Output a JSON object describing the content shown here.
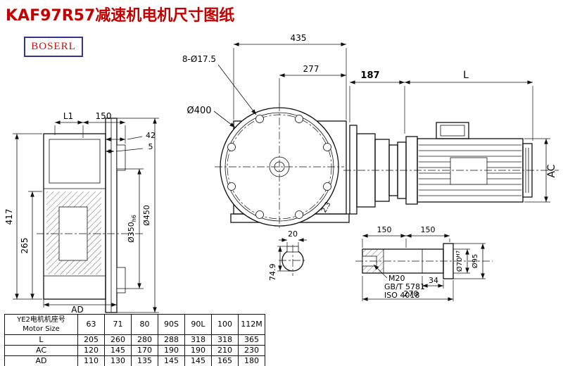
{
  "page": {
    "title": "KAF97R57减速机电机尺寸图纸",
    "logo": "BOSERL"
  },
  "labels": {
    "d435": "435",
    "d8holes": "8-Ø17.5",
    "d277": "277",
    "d400": "Ø400",
    "d187": "187",
    "dL": "L",
    "dAC": "AC",
    "dL1": "L1",
    "d150": "150",
    "d42": "42",
    "d5": "5",
    "d417": "417",
    "d265": "265",
    "d350": "Ø350",
    "d350tol": "h6",
    "d450": "Ø450",
    "dAD": "AD",
    "d20": "20",
    "d749": "74.9",
    "d23": "2.3",
    "d150b": "150",
    "d150c": "150",
    "dM20": "M20",
    "dGBT": "GB/T 5781",
    "dISO": "ISO 4018",
    "d34": "34",
    "d270": "270",
    "d70": "Ø70",
    "d70tol": "H7",
    "d95": "Ø95"
  },
  "table": {
    "header_cn": "YE2电机机座号",
    "header_en": "Motor Size",
    "columns": [
      "63",
      "71",
      "80",
      "90S",
      "90L",
      "100",
      "112M"
    ],
    "rows": [
      {
        "label": "L",
        "values": [
          "205",
          "260",
          "280",
          "288",
          "318",
          "318",
          "365"
        ]
      },
      {
        "label": "AC",
        "values": [
          "120",
          "145",
          "170",
          "190",
          "190",
          "210",
          "230"
        ]
      },
      {
        "label": "AD",
        "values": [
          "110",
          "130",
          "135",
          "145",
          "145",
          "165",
          "180"
        ]
      }
    ]
  }
}
